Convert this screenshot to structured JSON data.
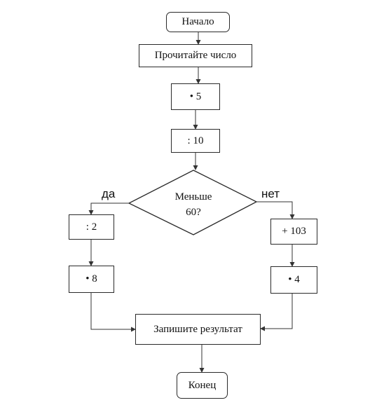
{
  "flowchart": {
    "start": "Начало",
    "read_number": "Прочитайте число",
    "multiply_5": "• 5",
    "divide_10": ": 10",
    "decision": {
      "line1": "Меньше",
      "line2": "60?"
    },
    "yes_label": "да",
    "no_label": "нет",
    "yes_branch": {
      "step1": ": 2",
      "step2": "• 8"
    },
    "no_branch": {
      "step1": "+ 103",
      "step2": "• 4"
    },
    "write_result": "Запишите результат",
    "end": "Конец"
  }
}
